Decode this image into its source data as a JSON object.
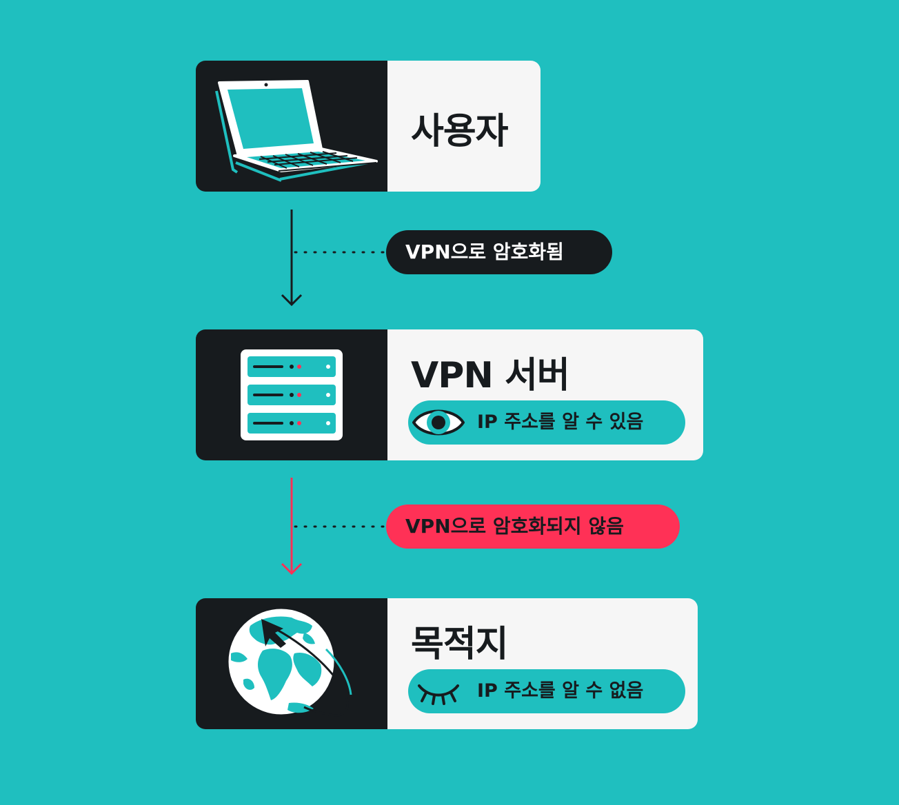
{
  "steps": [
    {
      "title": "사용자",
      "icon": "laptop-icon"
    },
    {
      "title": "VPN 서버",
      "icon": "server-icon",
      "status": "IP 주소를 알 수 있음",
      "status_icon": "eye-open-icon"
    },
    {
      "title": "목적지",
      "icon": "globe-icon",
      "status": "IP 주소를 알 수 없음",
      "status_icon": "eye-closed-icon"
    }
  ],
  "links": [
    {
      "label": "VPN으로 암호화됨",
      "color": "#171b1e"
    },
    {
      "label": "VPN으로 암호화되지 않음",
      "color": "#ff3156"
    }
  ],
  "colors": {
    "background": "#1fbfbf",
    "panel": "#171b1e",
    "card": "#f6f6f6",
    "accent": "#1fbfbf",
    "warning": "#ff3156"
  }
}
